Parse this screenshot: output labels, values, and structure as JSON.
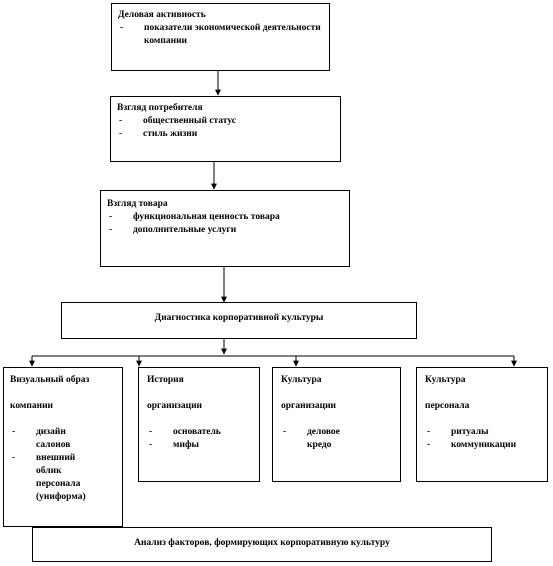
{
  "boxes": {
    "business_activity": {
      "title": "Деловая активность",
      "items": [
        "показатели экономической деятельности компании"
      ]
    },
    "consumer_view": {
      "title": "Взгляд потребителя",
      "items": [
        "общественный статус",
        "стиль жизни"
      ]
    },
    "product_view": {
      "title": "Взгляд товара",
      "items": [
        "функциональная ценность товара",
        "дополнительные услуги"
      ]
    },
    "diagnostics": {
      "title": "Диагностика корпоративной культуры"
    },
    "visual_image": {
      "title_1": "Визуальный образ",
      "title_2": "компании",
      "items": [
        "дизайн салонов",
        "внешний облик персонала"
      ],
      "clipped_fragment": "(униформа)"
    },
    "history": {
      "title_1": "История",
      "title_2": "организации",
      "items": [
        "основатель",
        "мифы"
      ]
    },
    "org_culture": {
      "title_1": "Культура",
      "title_2": "организации",
      "items": [
        "деловое кредо"
      ]
    },
    "staff_culture": {
      "title_1": "Культура",
      "title_2": "персонала",
      "items": [
        "ритуалы",
        "коммуникации"
      ]
    },
    "analysis": {
      "title": "Анализ факторов, формирующих корпоративную культуру"
    }
  },
  "bullet_dash": "-"
}
